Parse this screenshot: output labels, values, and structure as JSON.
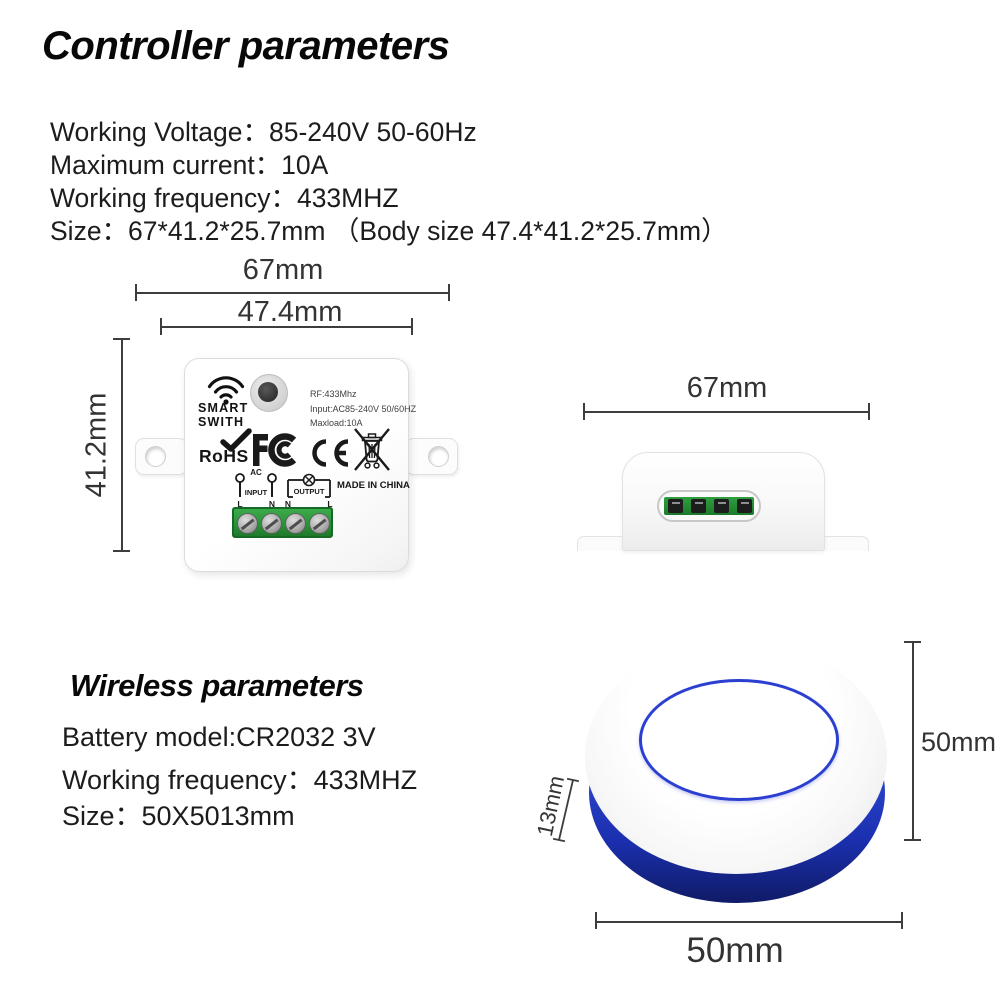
{
  "colors": {
    "text": "#1d1d1d",
    "dimension_lines": "#3d3d3d",
    "terminal_green": "#2f9e3f",
    "remote_blue": "#2b3fd0"
  },
  "controller": {
    "title": "Controller parameters",
    "specs": [
      "Working Voltage：85-240V 50-60Hz",
      "Maximum current：10A",
      "Working frequency：433MHZ",
      "Size：67*41.2*25.7mm （Body size 47.4*41.2*25.7mm）"
    ]
  },
  "front_view": {
    "dim_outer_width": "67mm",
    "dim_body_width": "47.4mm",
    "dim_height": "41.2mm",
    "brand_line1": "SMART",
    "brand_line2": "SWITH",
    "info_lines": [
      "RF:433Mhz",
      "Input:AC85-240V 50/60HZ",
      "Maxload:10A"
    ],
    "cert_rohs": "RoHS",
    "made_in": "MADE IN CHINA",
    "wiring": {
      "ac": "AC",
      "input": "INPUT",
      "output": "OUTPUT",
      "input_l": "L",
      "input_n": "N",
      "output_n": "N",
      "output_l": "L"
    }
  },
  "side_view": {
    "dim_width": "67mm"
  },
  "wireless": {
    "title": "Wireless parameters",
    "specs": [
      "Battery model:CR2032 3V",
      "Working frequency：433MHZ",
      "Size：50X5013mm"
    ]
  },
  "remote_view": {
    "dim_height": "50mm",
    "dim_thickness": "13mm",
    "dim_width": "50mm"
  }
}
